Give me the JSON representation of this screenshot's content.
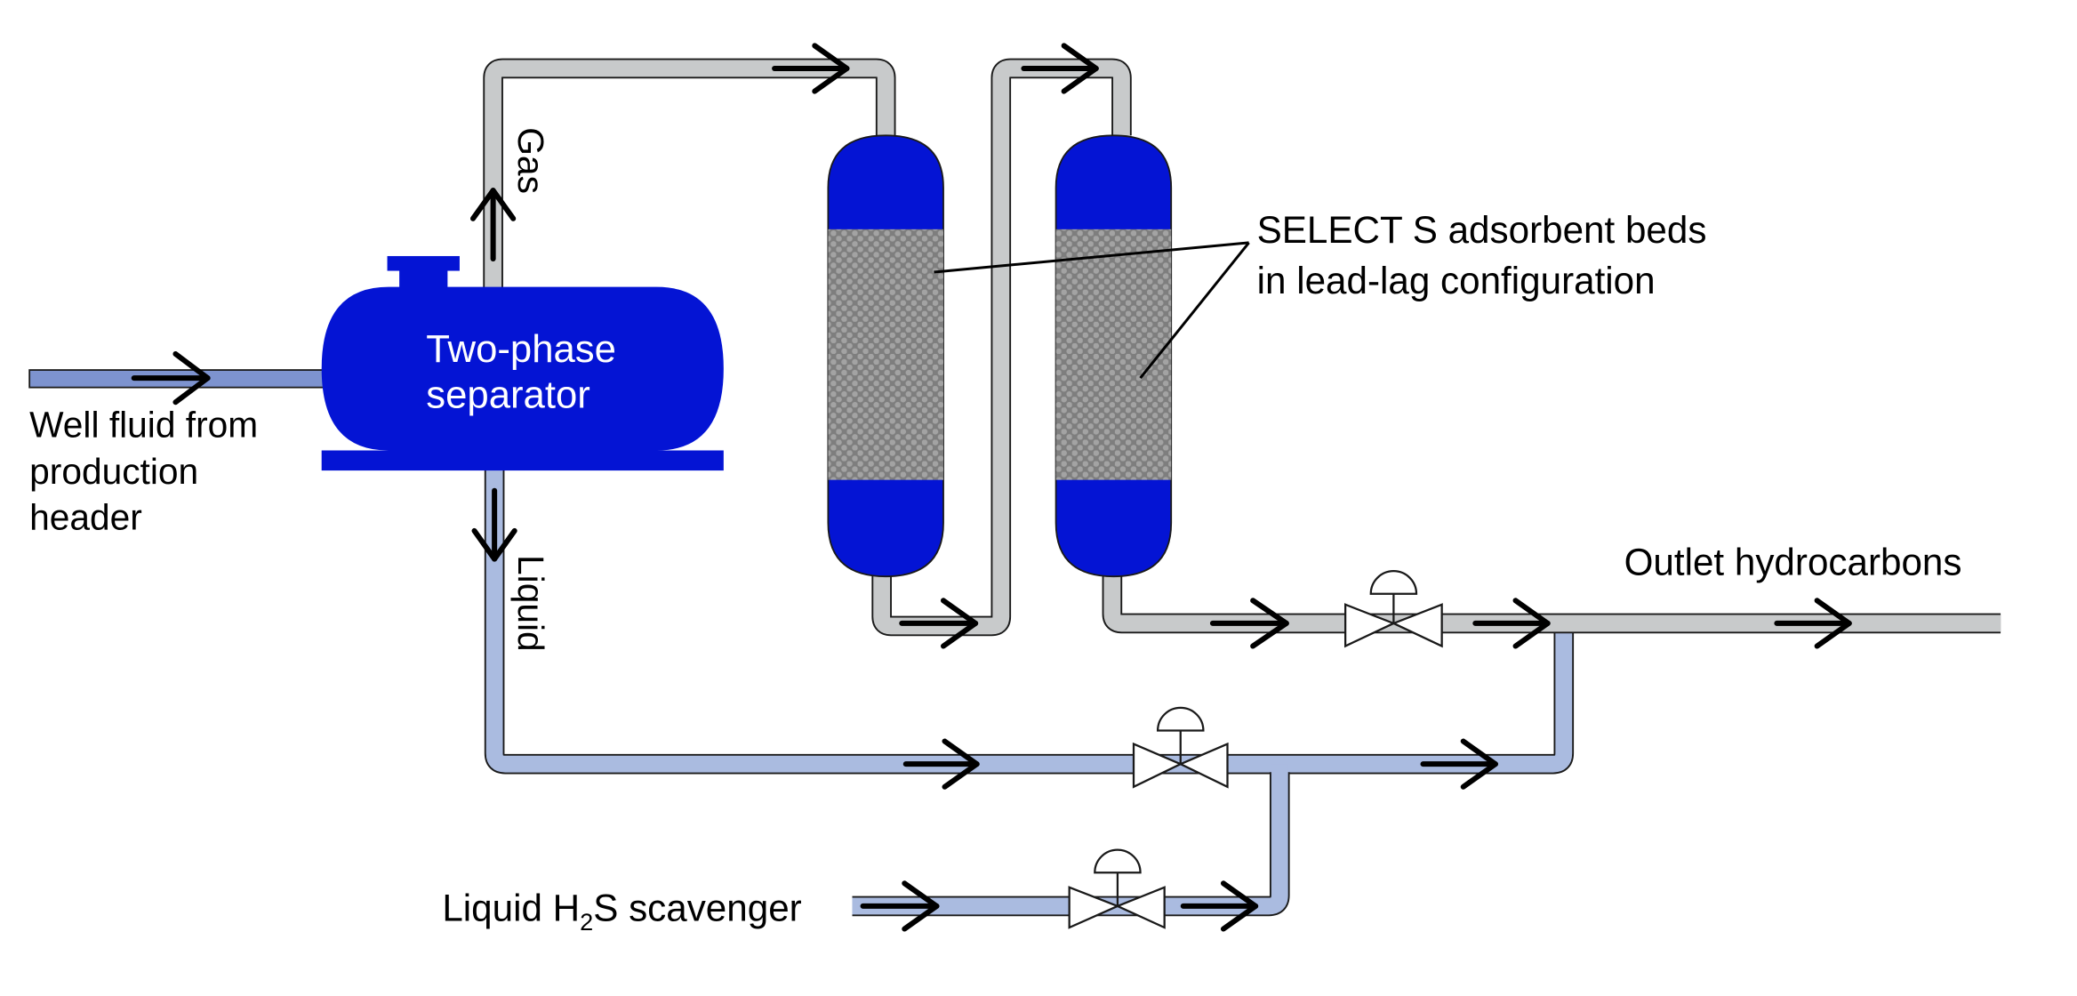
{
  "diagram": {
    "type": "process-flow",
    "colors": {
      "vessel": "#0414d4",
      "gas_pipe": "#c8cacb",
      "liquid_pipe": "#aabbe0",
      "well_fluid_pipe": "#7d93cf",
      "adsorbent": "#8a8a8a",
      "outline": "#1a1a1a"
    },
    "labels": {
      "inlet": [
        "Well fluid from",
        "production",
        "header"
      ],
      "separator": [
        "Two-phase",
        "separator"
      ],
      "gas": "Gas",
      "liquid": "Liquid",
      "beds": [
        "SELECT S adsorbent beds",
        "in lead-lag configuration"
      ],
      "outlet": "Outlet hydrocarbons",
      "scavenger_prefix": "Liquid H",
      "scavenger_sub": "2",
      "scavenger_suffix": "S scavenger"
    },
    "components": [
      {
        "id": "separator",
        "name": "Two-phase separator"
      },
      {
        "id": "bed-lead",
        "name": "Adsorbent bed (lead)"
      },
      {
        "id": "bed-lag",
        "name": "Adsorbent bed (lag)"
      },
      {
        "id": "valve-gas-outlet",
        "name": "Control valve"
      },
      {
        "id": "valve-liquid",
        "name": "Control valve"
      },
      {
        "id": "valve-scavenger",
        "name": "Control valve"
      }
    ],
    "streams": [
      "Well fluid",
      "Gas",
      "Liquid",
      "Liquid H2S scavenger",
      "Outlet hydrocarbons"
    ]
  }
}
